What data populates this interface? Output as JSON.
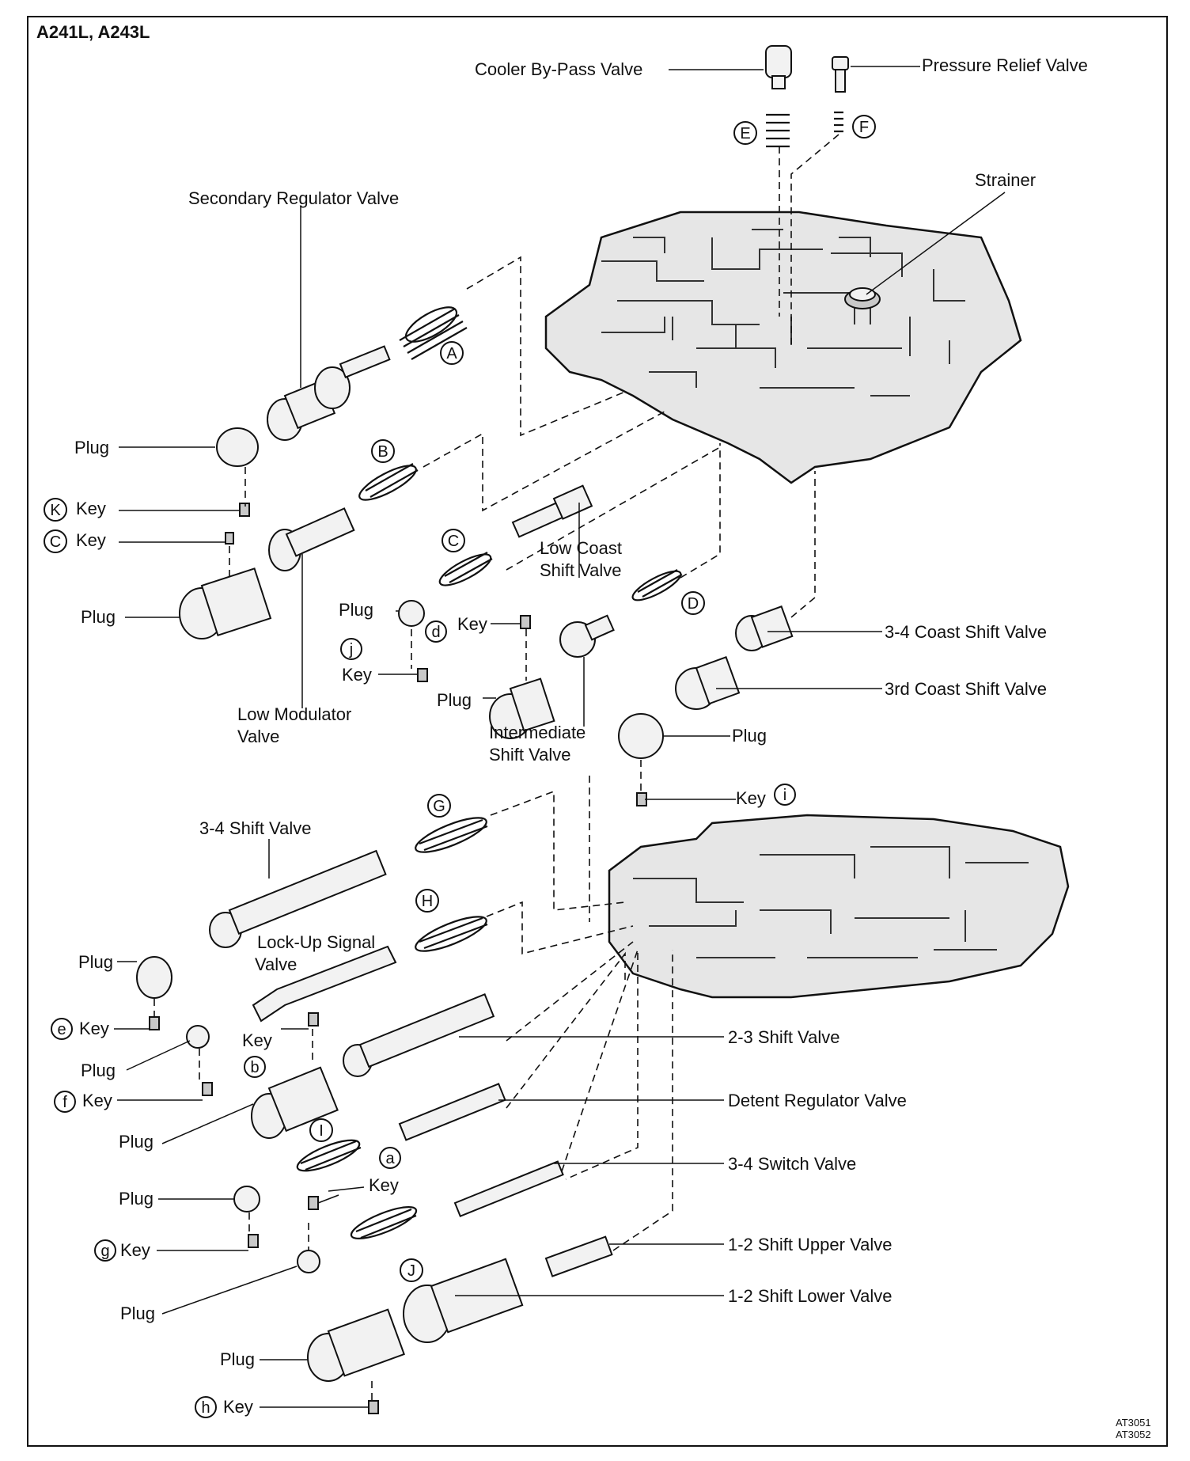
{
  "title": "A241L, A243L",
  "figure_codes": [
    "AT3051",
    "AT3052"
  ],
  "labels": {
    "cooler_bypass_valve": "Cooler By-Pass Valve",
    "pressure_relief_valve": "Pressure Relief Valve",
    "strainer": "Strainer",
    "secondary_regulator_valve": "Secondary Regulator Valve",
    "plug": "Plug",
    "key": "Key",
    "low_coast_shift_valve_1": "Low Coast",
    "low_coast_shift_valve_2": "Shift Valve",
    "low_modulator_valve_1": "Low Modulator",
    "low_modulator_valve_2": "Valve",
    "intermediate_shift_valve_1": "Intermediate",
    "intermediate_shift_valve_2": "Shift Valve",
    "three_four_coast_shift_valve": "3-4 Coast Shift Valve",
    "third_coast_shift_valve": "3rd Coast Shift Valve",
    "three_four_shift_valve": "3-4 Shift Valve",
    "lockup_signal_valve_1": "Lock-Up Signal",
    "lockup_signal_valve_2": "Valve",
    "two_three_shift_valve": "2-3 Shift Valve",
    "detent_regulator_valve": "Detent Regulator Valve",
    "three_four_switch_valve": "3-4 Switch Valve",
    "one_two_shift_upper_valve": "1-2 Shift Upper Valve",
    "one_two_shift_lower_valve": "1-2 Shift Lower Valve"
  },
  "refs": {
    "A": "A",
    "B": "B",
    "C": "C",
    "D": "D",
    "E": "E",
    "F": "F",
    "G": "G",
    "H": "H",
    "I": "I",
    "J": "J",
    "K": "K",
    "a": "a",
    "b": "b",
    "d": "d",
    "e": "e",
    "f": "f",
    "g": "g",
    "h": "h",
    "i": "i",
    "j": "j"
  }
}
